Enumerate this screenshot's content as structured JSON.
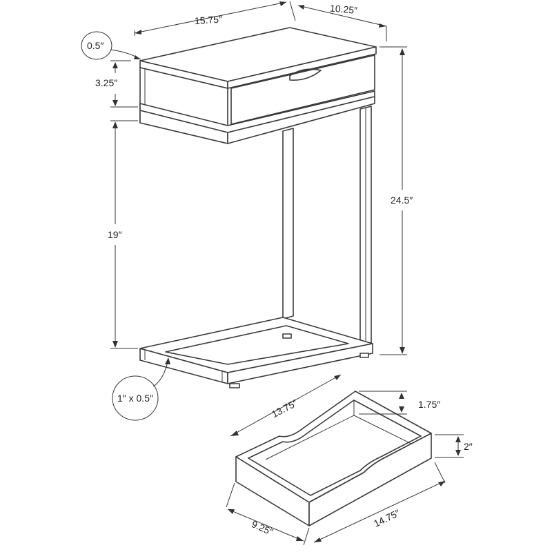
{
  "labels": {
    "top_width": "15.75″",
    "top_depth": "10.25″",
    "top_thickness": "0.5″",
    "drawer_height": "3.25″",
    "leg_height": "19″",
    "total_height": "24.5″",
    "tube_size": "1″ x 0.5″",
    "drawer_length": "13.75″",
    "drawer_depth_height": "1.75″",
    "drawer_front_height": "2″",
    "drawer_width": "9.25″",
    "drawer_outer_length": "14.75″"
  }
}
